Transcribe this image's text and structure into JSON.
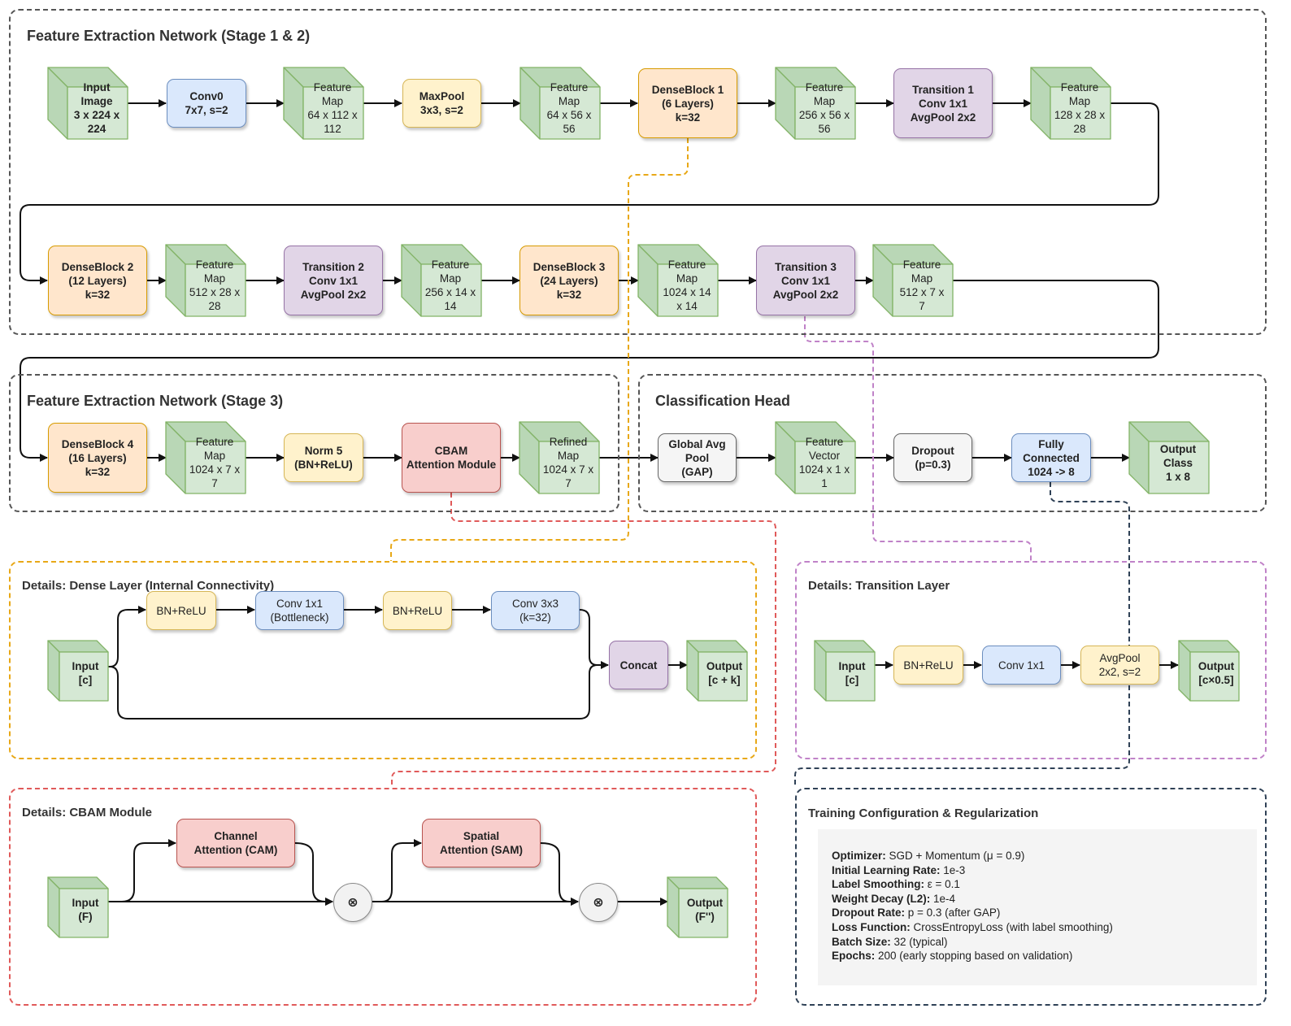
{
  "regions": {
    "stage12": "Feature Extraction Network (Stage 1 & 2)",
    "stage3": "Feature Extraction Network (Stage 3)",
    "head": "Classification Head",
    "dense": "Details: Dense Layer (Internal Connectivity)",
    "transition": "Details: Transition Layer",
    "cbam": "Details: CBAM Module",
    "training": "Training Configuration & Regularization"
  },
  "row1": {
    "input": "Input\nImage\n3 x 224 x\n224",
    "conv0": "Conv0\n7x7, s=2",
    "fm1": "Feature\nMap\n64 x 112 x\n112",
    "maxpool": "MaxPool\n3x3, s=2",
    "fm2": "Feature\nMap\n64 x 56 x\n56",
    "db1": "DenseBlock 1\n(6 Layers)\nk=32",
    "fm3": "Feature\nMap\n256 x 56 x\n56",
    "t1": "Transition 1\nConv 1x1\nAvgPool 2x2",
    "fm4": "Feature\nMap\n128 x 28 x\n28"
  },
  "row2": {
    "db2": "DenseBlock 2\n(12 Layers)\nk=32",
    "fm5": "Feature\nMap\n512 x 28 x\n28",
    "t2": "Transition 2\nConv 1x1\nAvgPool 2x2",
    "fm6": "Feature\nMap\n256 x 14 x\n14",
    "db3": "DenseBlock 3\n(24 Layers)\nk=32",
    "fm7": "Feature\nMap\n1024 x 14\nx 14",
    "t3": "Transition 3\nConv 1x1\nAvgPool 2x2",
    "fm8": "Feature\nMap\n512 x 7 x\n7"
  },
  "row3": {
    "db4": "DenseBlock 4\n(16 Layers)\nk=32",
    "fm9": "Feature\nMap\n1024 x 7 x\n7",
    "norm5": "Norm 5\n(BN+ReLU)",
    "cbam": "CBAM\nAttention Module",
    "refined": "Refined\nMap\n1024 x 7 x\n7",
    "gap": "Global Avg\nPool\n(GAP)",
    "fvec": "Feature\nVector\n1024 x 1 x\n1",
    "dropout": "Dropout\n(p=0.3)",
    "fc": "Fully\nConnected\n1024 -> 8",
    "output": "Output\nClass\n1 x 8"
  },
  "dense_detail": {
    "input": "Input\n[c]",
    "bn1": "BN+ReLU",
    "conv1": "Conv 1x1\n(Bottleneck)",
    "bn2": "BN+ReLU",
    "conv3": "Conv 3x3\n(k=32)",
    "concat": "Concat",
    "output": "Output\n[c + k]"
  },
  "transition_detail": {
    "input": "Input\n[c]",
    "bn": "BN+ReLU",
    "conv": "Conv 1x1",
    "avgpool": "AvgPool\n2x2, s=2",
    "output": "Output\n[c×0.5]"
  },
  "cbam_detail": {
    "input": "Input\n(F)",
    "cam": "Channel\nAttention (CAM)",
    "mult1": "⊗",
    "sam": "Spatial\nAttention (SAM)",
    "mult2": "⊗",
    "output": "Output\n(F'')"
  },
  "training": [
    {
      "key": "Optimizer:",
      "value": " SGD + Momentum (μ = 0.9)"
    },
    {
      "key": "Initial Learning Rate:",
      "value": " 1e-3"
    },
    {
      "key": "Label Smoothing:",
      "value": " ε = 0.1"
    },
    {
      "key": "Weight Decay (L2):",
      "value": " 1e-4"
    },
    {
      "key": "Dropout Rate:",
      "value": " p = 0.3 (after GAP)"
    },
    {
      "key": "Loss Function:",
      "value": " CrossEntropyLoss (with label smoothing)"
    },
    {
      "key": "Batch Size:",
      "value": " 32 (typical)"
    },
    {
      "key": "Epochs:",
      "value": " 200 (early stopping based on validation)"
    }
  ],
  "colors": {
    "cube_front": "#d5e8d4",
    "cube_side": "#b9d7b6",
    "cube_stroke": "#82b366",
    "orange_dash": "#e8a817",
    "purple_dash": "#c082c8",
    "red_dash": "#e05a5a",
    "navy_dash": "#2f4156"
  }
}
